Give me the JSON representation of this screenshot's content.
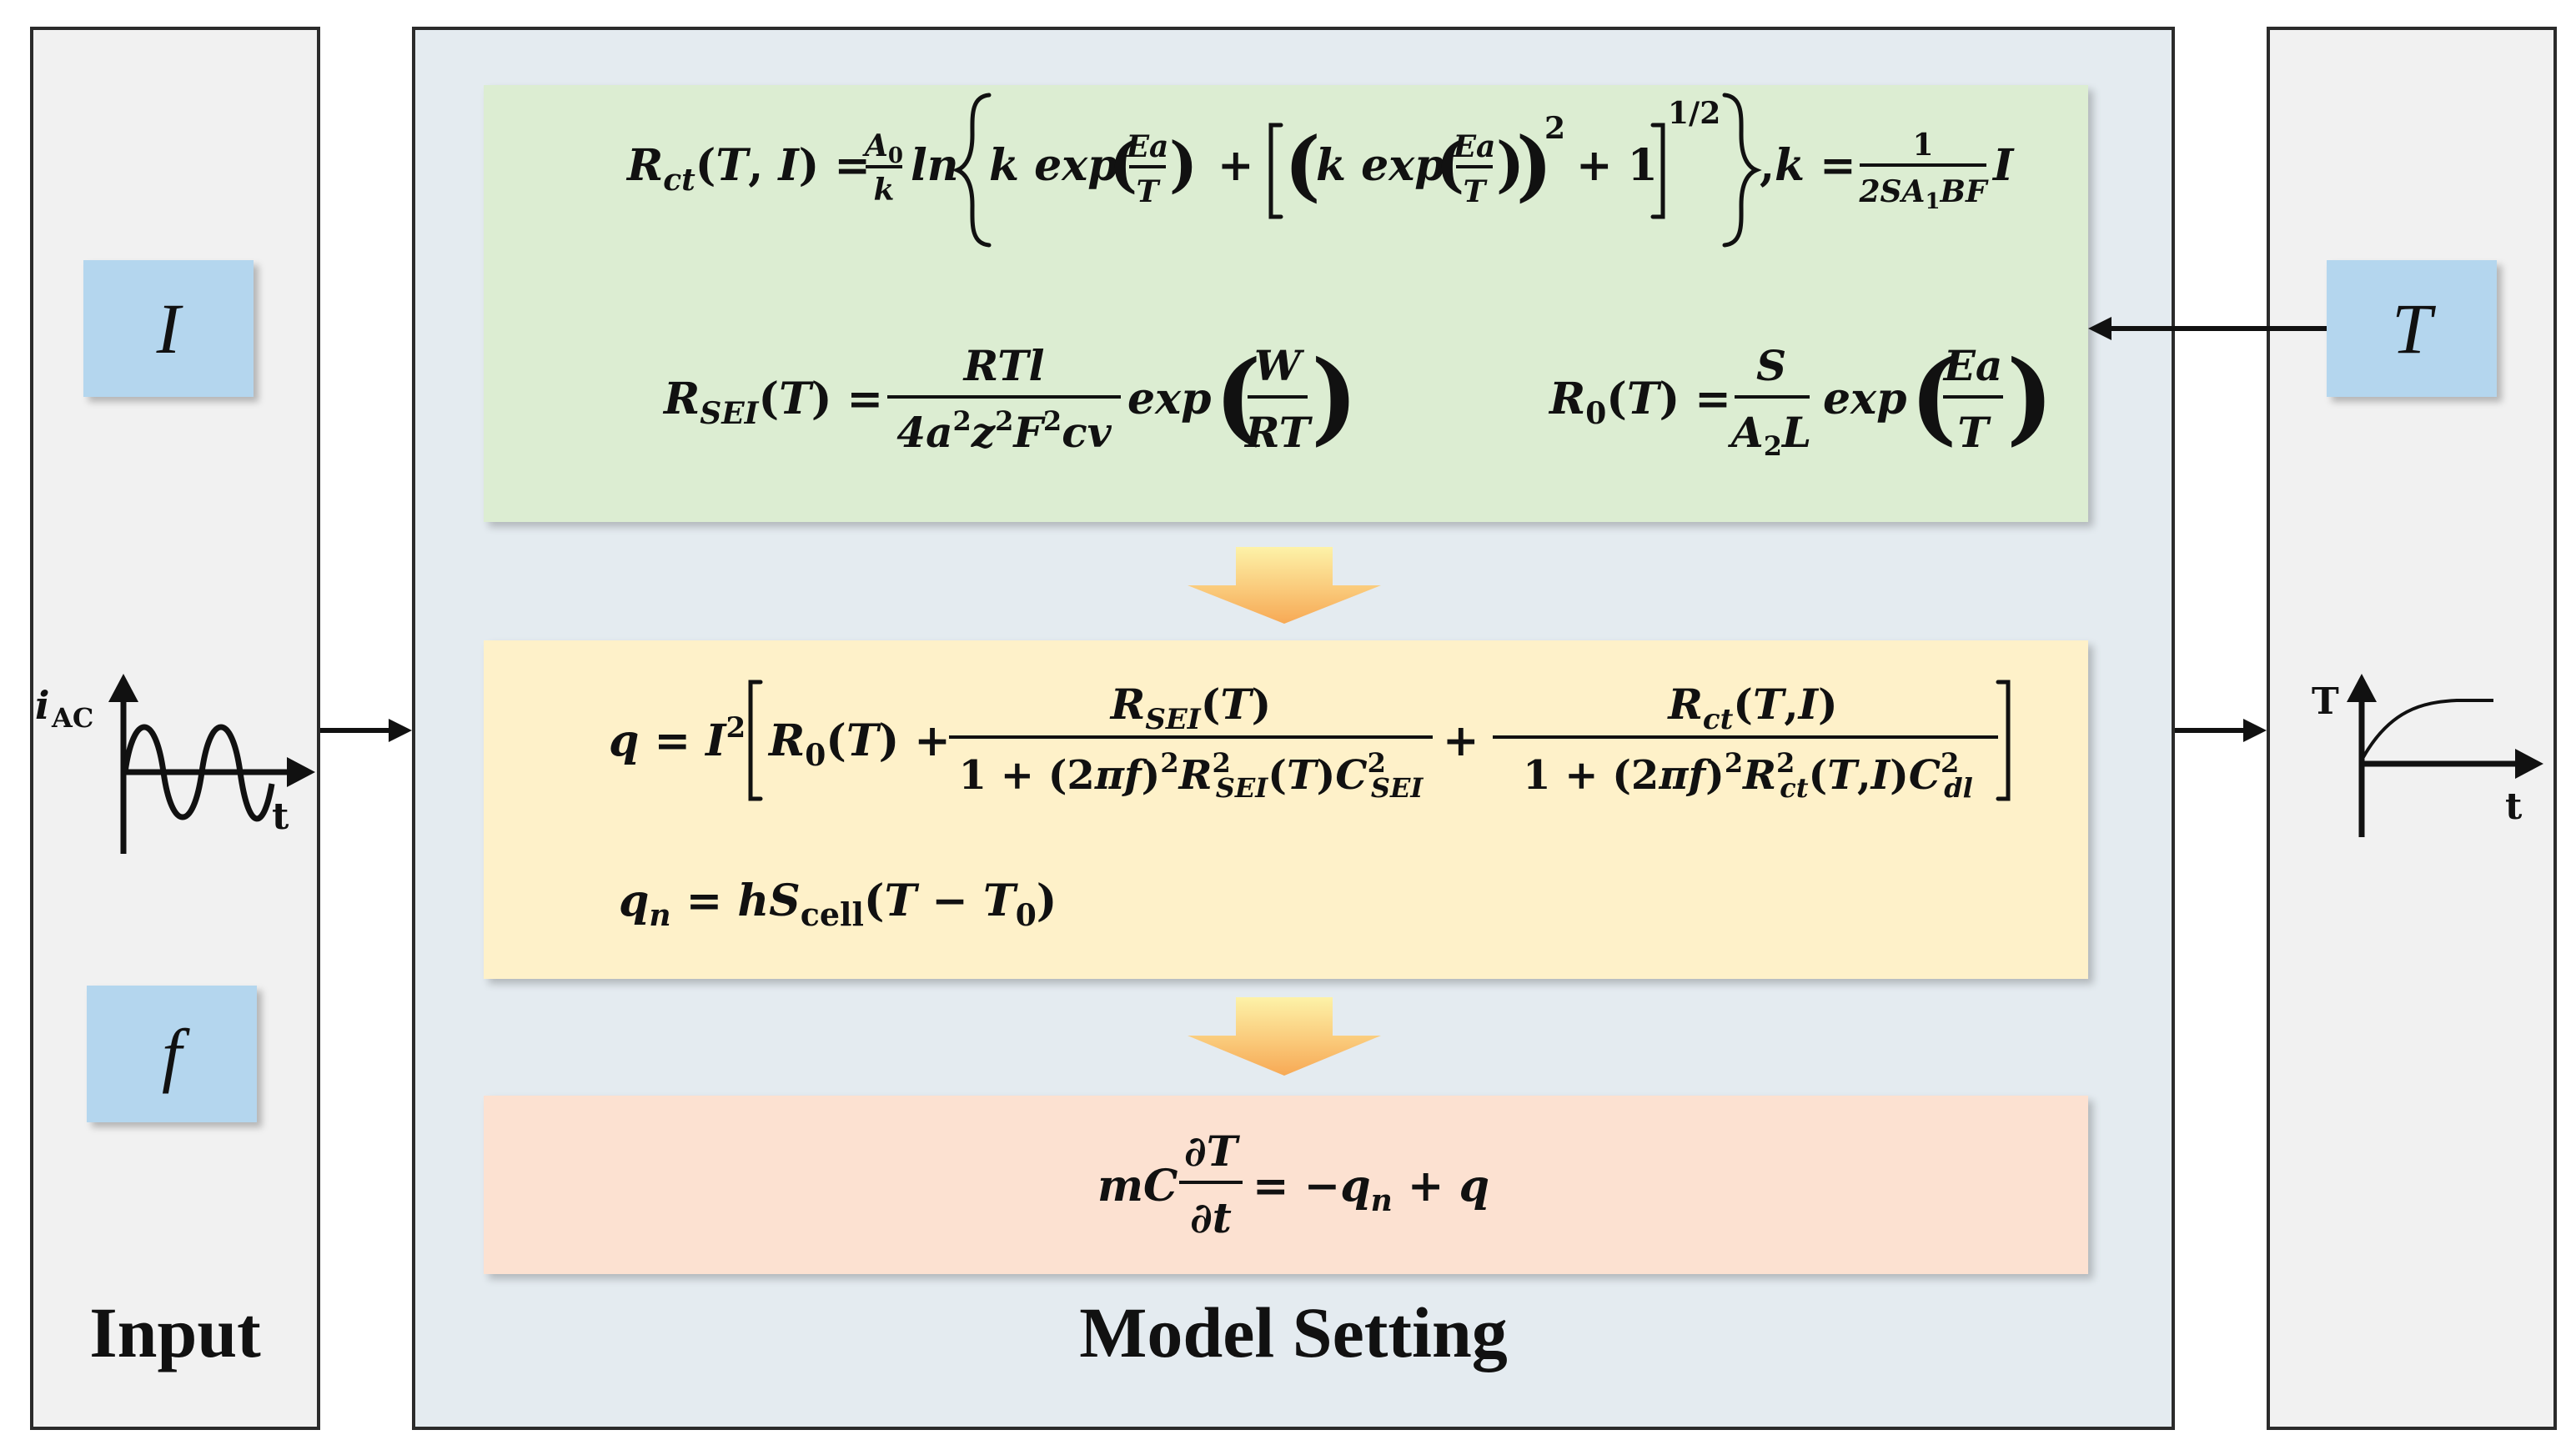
{
  "panels": {
    "input_label": "Input",
    "model_label": "Model Setting"
  },
  "inputs": {
    "current_symbol": "I",
    "frequency_symbol": "f",
    "waveform_ylabel_main": "i",
    "waveform_ylabel_sub": "AC",
    "waveform_xlabel": "t"
  },
  "outputs": {
    "temperature_symbol": "T",
    "response_ylabel": "T",
    "response_xlabel": "t"
  },
  "colors": {
    "variable_box": "#b4d6ee",
    "resistance_box": "#dcedd2",
    "heat_box": "#fef1c9",
    "energy_box": "#fce1d1",
    "model_panel": "#e4ebf0",
    "side_panel": "#f1f1f1",
    "arrow_gradient_top": "#fdf2a8",
    "arrow_gradient_bottom": "#f7a955"
  },
  "equations": {
    "rct": "Rct(T, I) = (A0/k) ln{ k exp(Ea/T) + [ ( k exp(Ea/T) )^2 + 1 ]^(1/2) }, k = I/(2 S A1 B F)",
    "rsei": "RSEI(T) = RTl/(4a^2 z^2 F^2 cv) exp(W/RT)",
    "r0": "R0(T) = S/(A2 L) exp(Ea/T)",
    "q": "q = I^2 [ R0(T) + RSEI(T)/(1 + (2πf)^2 RSEI^2(T) CSEI^2) + Rct(T,I)/(1 + (2πf)^2 Rct^2(T,I) Cdl^2) ]",
    "qn": "qn = h Scell (T − T0)",
    "energy": "mC ∂T/∂t = −qn + q"
  },
  "icons": {
    "sine_wave": "sine-waveform-icon",
    "temperature_rise": "temperature-rise-curve-icon",
    "flow_arrow": "gradient-down-arrow-icon"
  }
}
